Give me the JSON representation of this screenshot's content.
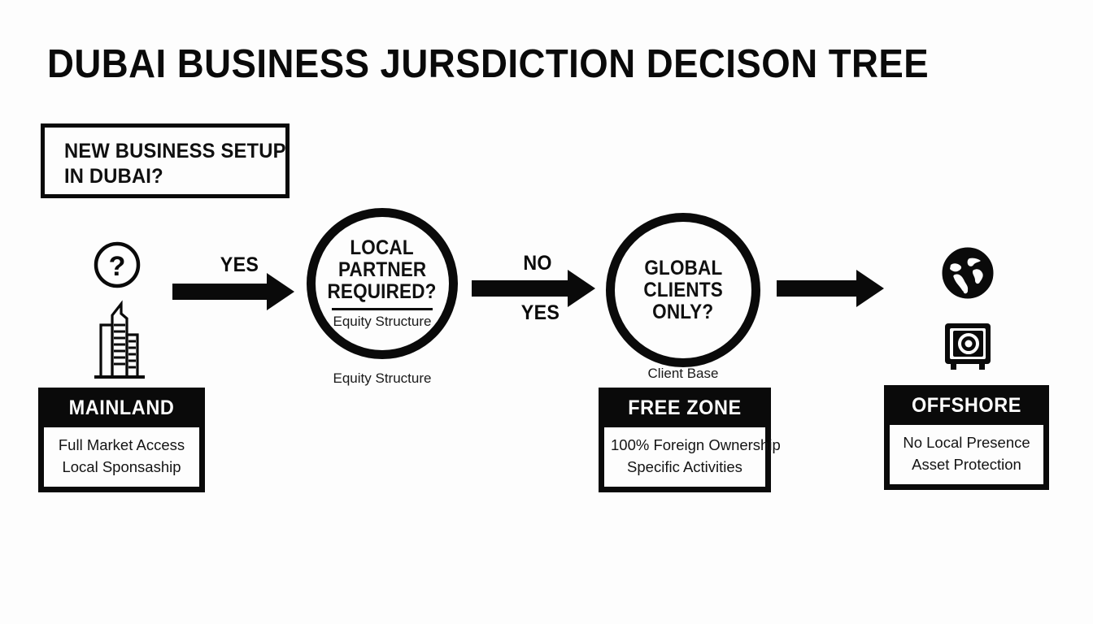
{
  "diagram": {
    "title": "DUBAI BUSINESS JURSDICTION DECISON TREE",
    "background_color": "#fdfdfd",
    "ink_color": "#0a0a0a"
  },
  "start": {
    "line1": "NEW BUSINESS SETUP",
    "line2": "IN DUBAI?"
  },
  "arrows": [
    {
      "label_above": "YES",
      "label_below": ""
    },
    {
      "label_above": "NO",
      "label_below": "YES"
    },
    {
      "label_above": "",
      "label_below": ""
    }
  ],
  "arrow_labels": {
    "yes_1": "YES",
    "no_2": "NO",
    "yes_2": "YES"
  },
  "decisions": [
    {
      "line1": "LOCAL",
      "line2": "PARTNER",
      "line3": "REQUIRED?",
      "subtitle": "Equity Structure",
      "caption": "Equity Structure"
    },
    {
      "line1": "GLOBAL",
      "line2": "CLIENTS",
      "line3": "ONLY?",
      "subtitle": "",
      "caption": "Client Base"
    }
  ],
  "outcomes": [
    {
      "title": "MAINLAND",
      "detail1": "Full Market Access",
      "detail2": "Local Sponsaship"
    },
    {
      "title": "FREE ZONE",
      "detail1": "100% Foreign Ownership",
      "detail2": "Specific Activities"
    },
    {
      "title": "OFFSHORE",
      "detail1": "No Local Presence",
      "detail2": "Asset Protection"
    }
  ],
  "icons": {
    "question": "question-mark-circle-icon",
    "building": "skyscraper-icon",
    "globe": "globe-icon",
    "safe": "safe-vault-icon"
  }
}
